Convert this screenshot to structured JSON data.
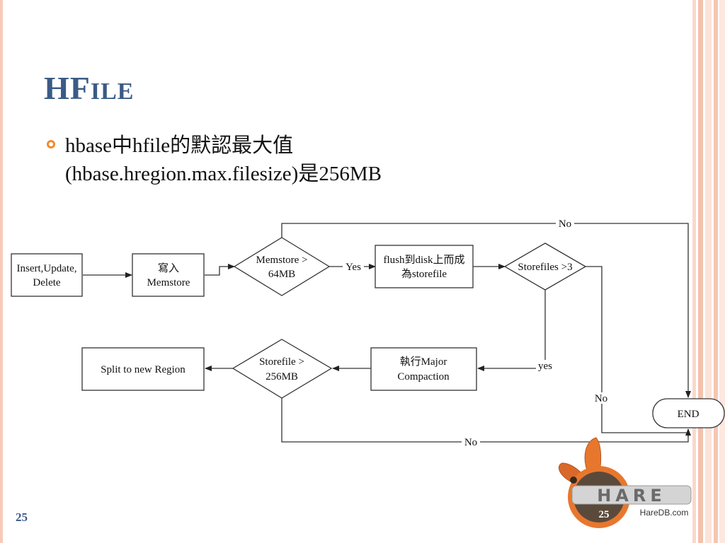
{
  "slide": {
    "title_main": "HF",
    "title_rest": "ILE",
    "bullet_line1": "hbase中hfile的默認最大值",
    "bullet_line2": "(hbase.hregion.max.filesize)是256MB",
    "page_number": "25"
  },
  "diagram": {
    "nodes": {
      "insert": [
        "Insert,Update,",
        "Delete"
      ],
      "write": [
        "寫入",
        "Memstore"
      ],
      "memstore_check": [
        "Memstore >",
        "64MB"
      ],
      "flush": [
        "flush到disk上而成",
        "為storefile"
      ],
      "storefiles_check": [
        "Storefiles >3"
      ],
      "split": [
        "Split to new Region"
      ],
      "storefile_check": [
        "Storefile >",
        "256MB"
      ],
      "compaction": [
        "執行Major",
        "Compaction"
      ],
      "end": [
        "END"
      ]
    },
    "edge_labels": {
      "memstore_no": "No",
      "memstore_yes": "Yes",
      "storefiles_yes": "yes",
      "storefiles_no": "No",
      "storefile_no": "No"
    }
  },
  "logo": {
    "name": "HARE",
    "site": "HareDB.com",
    "badge": "25"
  },
  "colors": {
    "title": "#3b5b86",
    "bullet": "#f28a2e",
    "stripe_outer": "#f6c7b4",
    "stripe_inner": "#fbe1d4",
    "logo_orange": "#e8772e"
  }
}
